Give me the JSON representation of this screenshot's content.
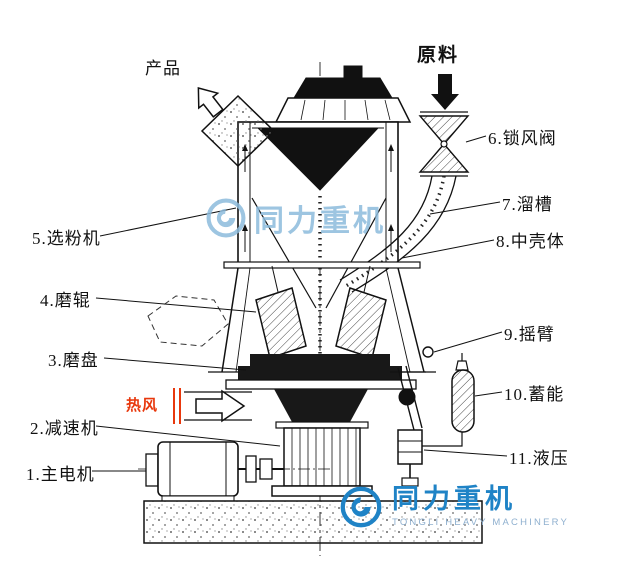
{
  "diagram_title": "vertical-roller-mill-structure",
  "labels": {
    "product": "产品",
    "raw_material": "原料",
    "lock_air_valve": "6.锁风阀",
    "chute": "7.溜槽",
    "middle_shell": "8.中壳体",
    "classifier": "5.选粉机",
    "grinding_roller": "4.磨辊",
    "grinding_table": "3.磨盘",
    "rocker_arm": "9.摇臂",
    "accumulator": "10.蓄能",
    "hot_air": "热风",
    "reducer": "2.减速机",
    "hydraulic": "11.液压",
    "main_motor": "1.主电机"
  },
  "brand": {
    "watermark_center": "同力重机",
    "name": "同力重机",
    "subtitle": "TONGLI HEAVY MACHINERY"
  },
  "colors": {
    "hot_air_label": "#e8380d",
    "line": "#111111",
    "watermark_blue": "#8cbbdc",
    "brand_blue": "#1f83c6"
  }
}
